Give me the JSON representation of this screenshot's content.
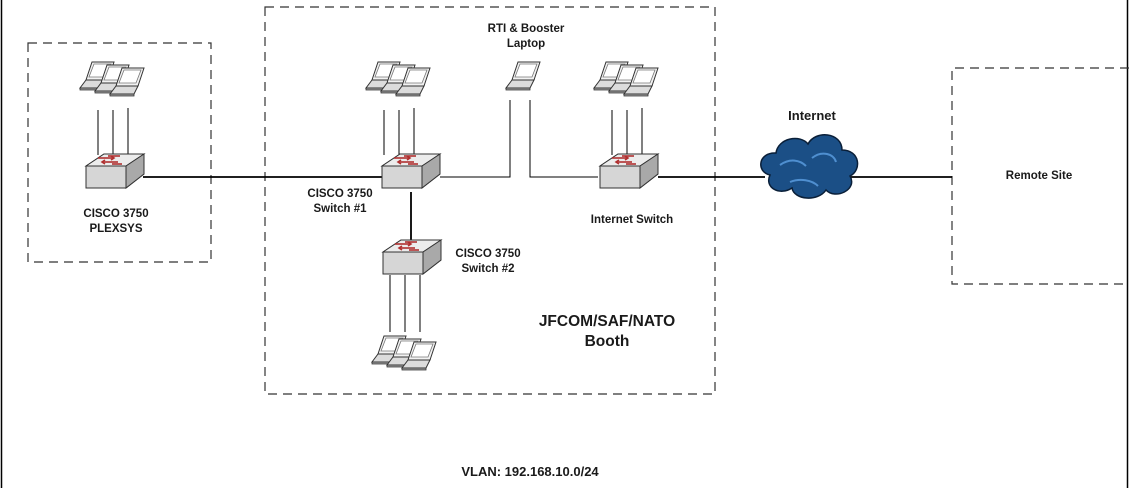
{
  "zones": {
    "plexsys": "",
    "booth": "JFCOM/SAF/NATO Booth",
    "remote": "Remote Site"
  },
  "labels": {
    "plexsys_switch": [
      "CISCO 3750",
      "PLEXSYS"
    ],
    "switch1": [
      "CISCO 3750",
      "Switch #1"
    ],
    "switch2": [
      "CISCO 3750",
      "Switch #2"
    ],
    "internet_switch": "Internet Switch",
    "rti_laptop": [
      "RTI & Booster",
      "Laptop"
    ],
    "internet": "Internet",
    "booth": [
      "JFCOM/SAF/NATO",
      "Booth"
    ],
    "remote_site": "Remote Site",
    "vlan": "VLAN: 192.168.10.0/24"
  },
  "colors": {
    "line": "#000000",
    "zone_border": "#333333",
    "switch_body": "#d8d8d8",
    "switch_arrows": "#b03030",
    "cloud": "#1b4f86",
    "laptop_body": "#eeeeee"
  },
  "icons": {
    "switch": "network-switch-icon",
    "laptop": "laptop-icon",
    "cloud": "internet-cloud-icon"
  }
}
